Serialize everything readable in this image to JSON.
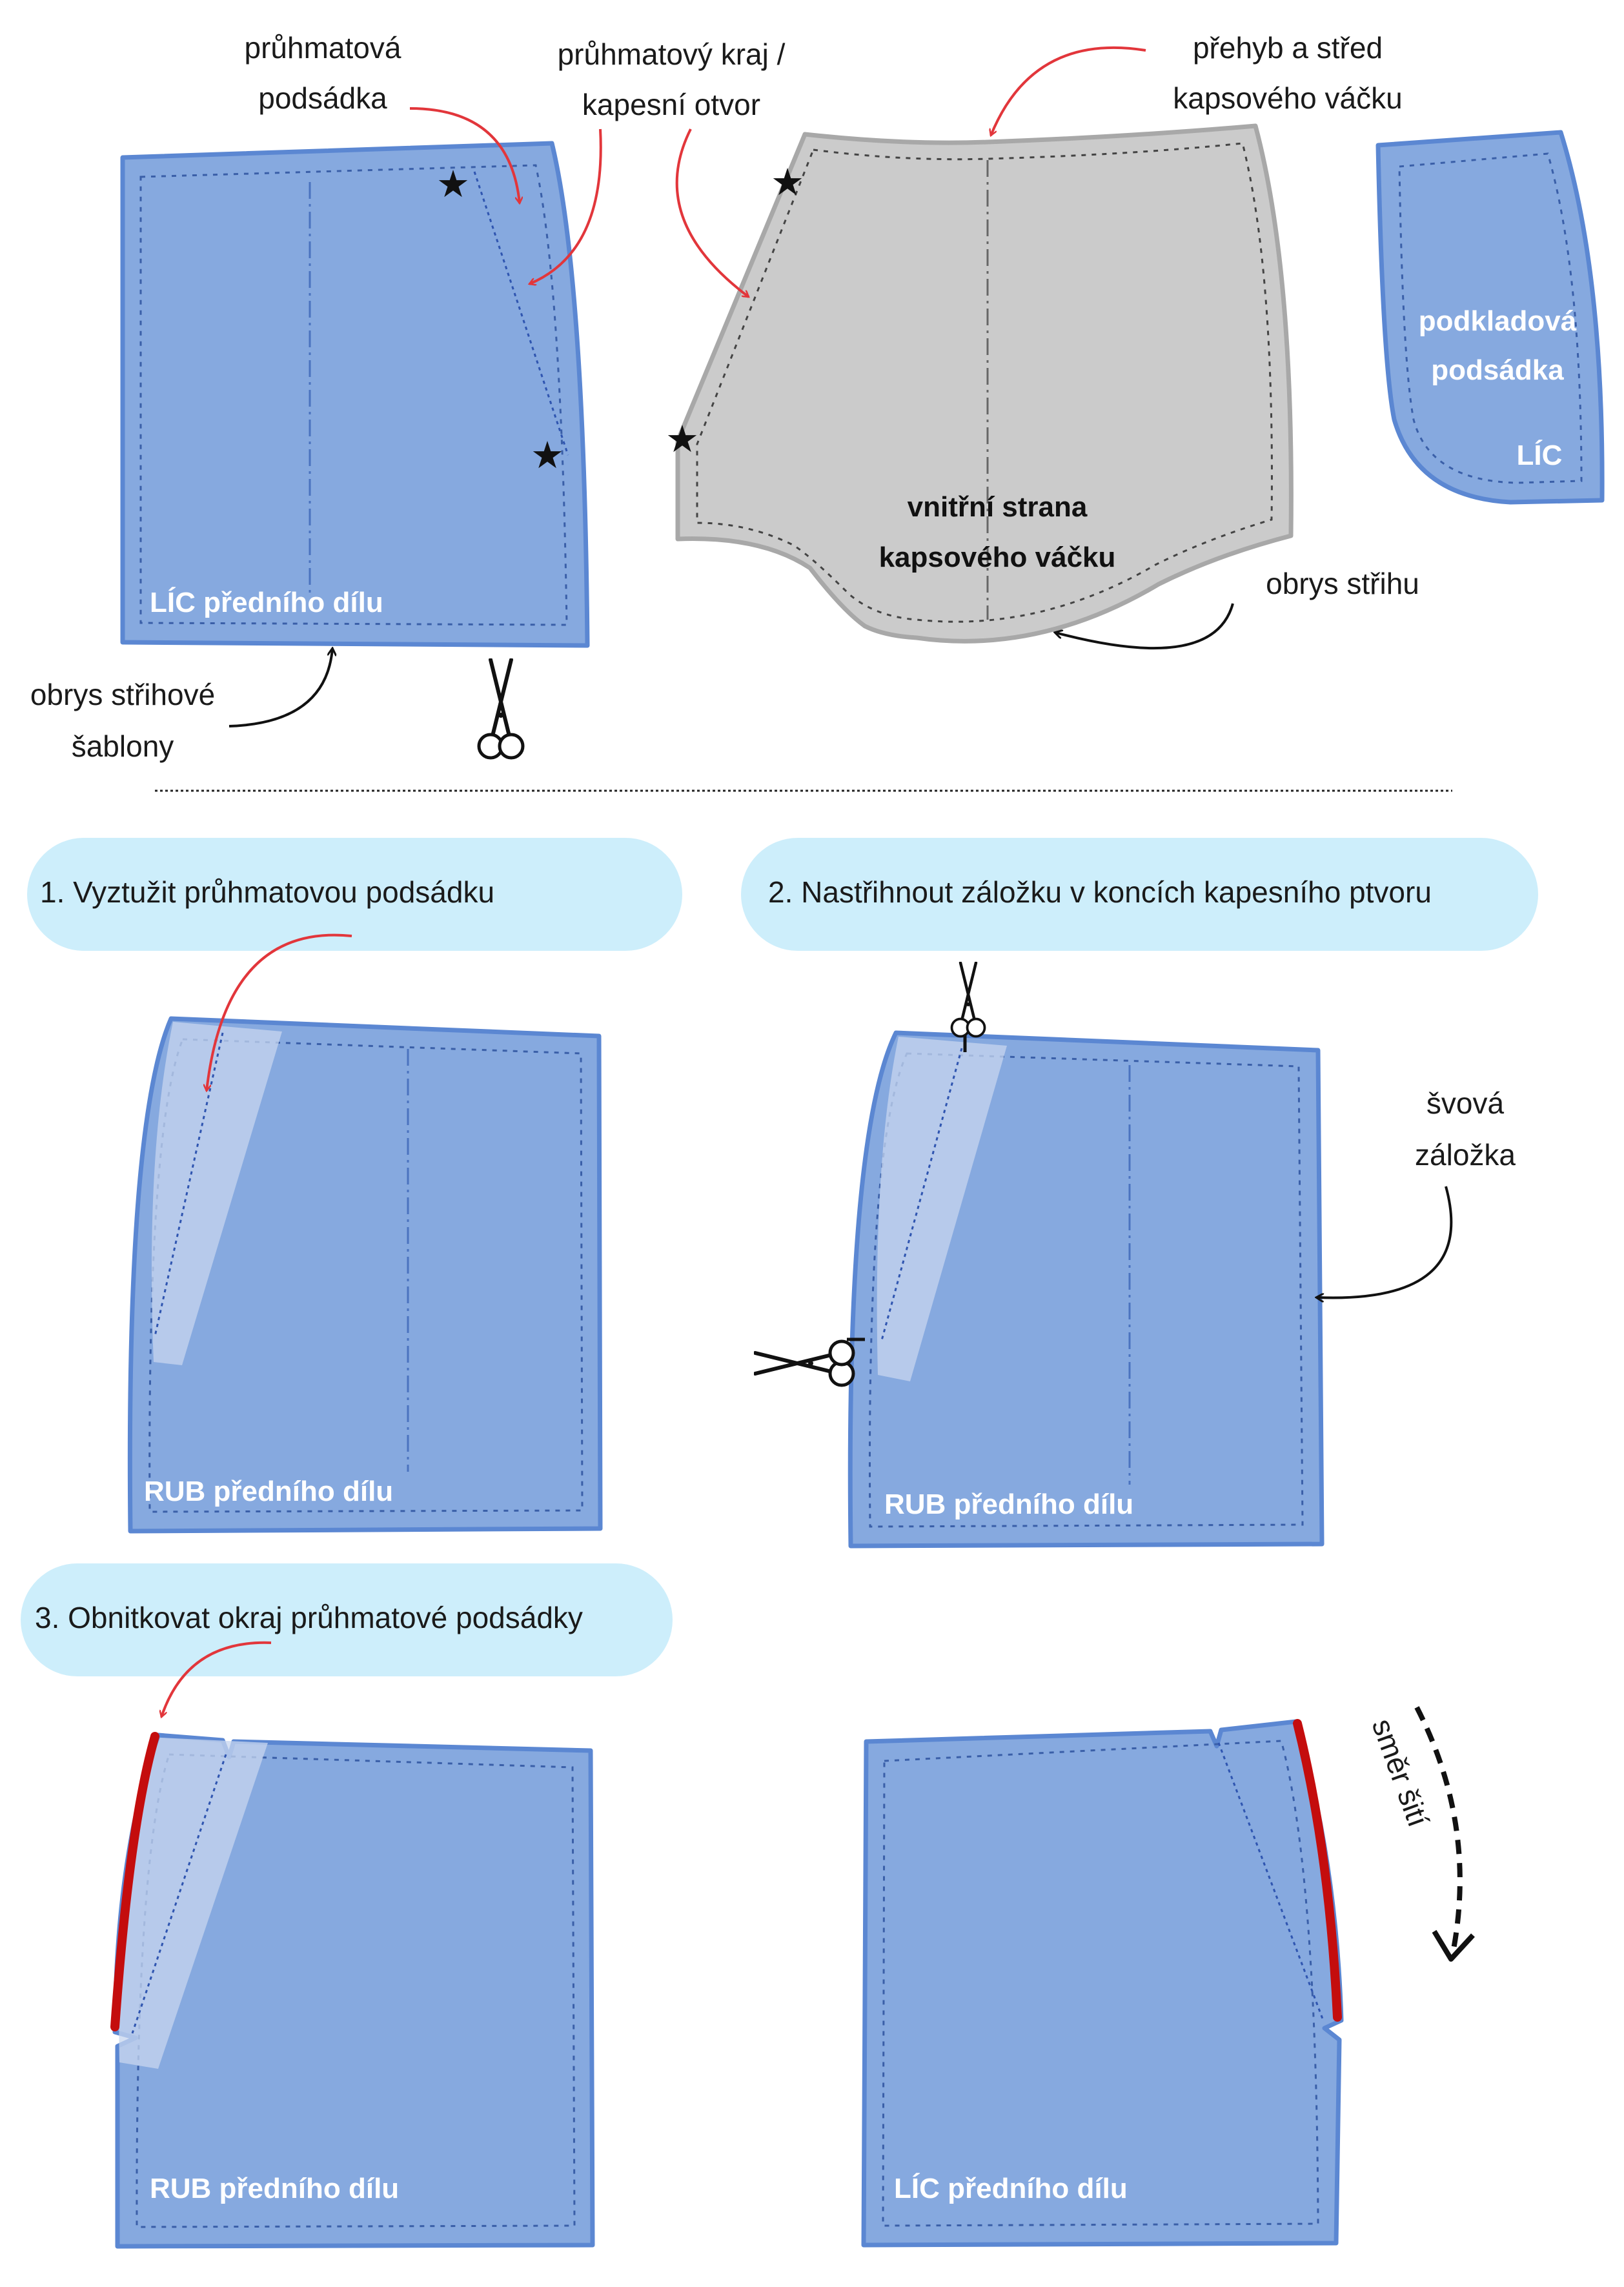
{
  "labels": {
    "pruhmatova_podsadka_1": "průhmatová",
    "pruhmatova_podsadka_2": "podsádka",
    "pruhmatovy_kraj_1": "průhmatový kraj  /",
    "pruhmatovy_kraj_2": "kapesní otvor",
    "prehyb_1": "přehyb a střed",
    "prehyb_2": "kapsového váčku",
    "podkladova_1": "podkladová",
    "podkladova_2": "podsádka",
    "lic_short": "LÍC",
    "vnitrni_1": "vnitřní strana",
    "vnitrni_2": "kapsového váčku",
    "obrys_strihu": "obrys střihu",
    "obrys_sablony_1": "obrys střihové",
    "obrys_sablony_2": "šablony",
    "lic_predniho_dilu": "LÍC předního dílu",
    "rub_predniho_dilu": "RUB předního dílu",
    "svova_1": "švová",
    "svova_2": "záložka",
    "smer_siti": "směr šití"
  },
  "steps": [
    {
      "label": "1. Vyztužit průhmatovou podsádku"
    },
    {
      "label": "2. Nastřihnout záložku v koncích kapesního ptvoru"
    },
    {
      "label": "3. Obnitkovat okraj průhmatové podsádky"
    }
  ],
  "colors": {
    "piece_fill": "#86a9df",
    "piece_stroke": "#5b87d2",
    "pocket_bag_fill": "#cbcbcb",
    "annotation_arrow": "#e2363b",
    "overlock_edge": "#c40d0d",
    "step_bubble": "#cdeefb"
  },
  "icons": [
    "star-icon",
    "scissors-icon",
    "arrow-icon"
  ]
}
